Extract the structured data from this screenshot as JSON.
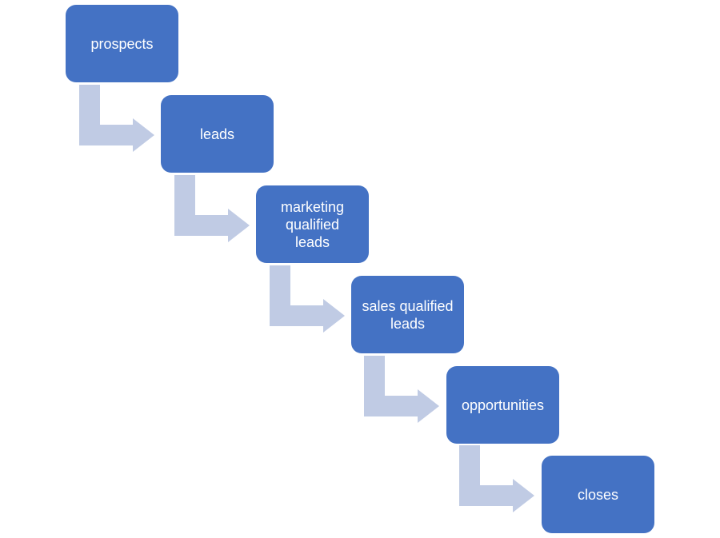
{
  "diagram": {
    "box_color": "#4472c4",
    "arrow_color": "#c0cbe4",
    "steps": [
      {
        "label": "prospects"
      },
      {
        "label": "leads"
      },
      {
        "label": "marketing\nqualified\nleads"
      },
      {
        "label": "sales qualified\nleads"
      },
      {
        "label": "opportunities"
      },
      {
        "label": "closes"
      }
    ]
  }
}
